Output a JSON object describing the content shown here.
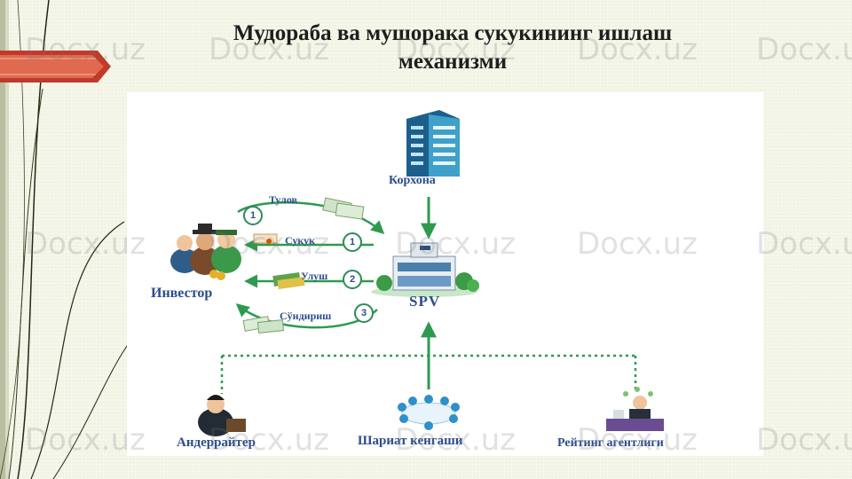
{
  "slide": {
    "title_line1": "Мудораба ва мушорака сукукининг ишлаш",
    "title_line2": "механизми"
  },
  "watermark": "Docx.uz",
  "diagram": {
    "enterprise_label": "Корхона",
    "spv_label": "SPV",
    "investor_label": "Инвестор",
    "underwriter_label": "Андеррайтер",
    "sharia_label": "Шариат кенгаши",
    "rating_label": "Рейтинг агентлиги",
    "flows": [
      {
        "num": "1",
        "label": "Тулов"
      },
      {
        "num": "1",
        "label": "Сукук"
      },
      {
        "num": "2",
        "label": "Улуш"
      },
      {
        "num": "3",
        "label": "Сўндириш"
      }
    ]
  },
  "colors": {
    "arrow_green": "#2e9a4f",
    "label_blue": "#2b4d8a",
    "accent_red": "#c0392b"
  }
}
